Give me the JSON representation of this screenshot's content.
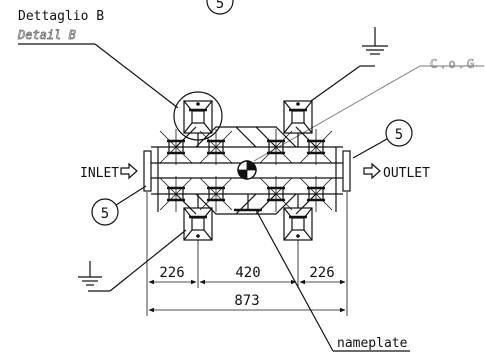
{
  "detail": {
    "label_it": "Dettaglio B",
    "label_en": "Detail B",
    "top_reference": "5"
  },
  "flow": {
    "inlet": "INLET",
    "outlet": "OUTLET",
    "inlet_arrow_icon": "hollow-arrow-right-icon",
    "outlet_arrow_icon": "hollow-arrow-right-icon"
  },
  "callouts": {
    "cog": "C.o.G",
    "nameplate": "nameplate",
    "item_left": "5",
    "item_right": "5"
  },
  "dimensions": {
    "left_offset": "226",
    "center_span": "420",
    "right_offset": "226",
    "overall": "873"
  },
  "symbols": {
    "ground_top": "ground-icon",
    "ground_bottom": "ground-icon",
    "cog_marker": "center-of-gravity-icon"
  }
}
